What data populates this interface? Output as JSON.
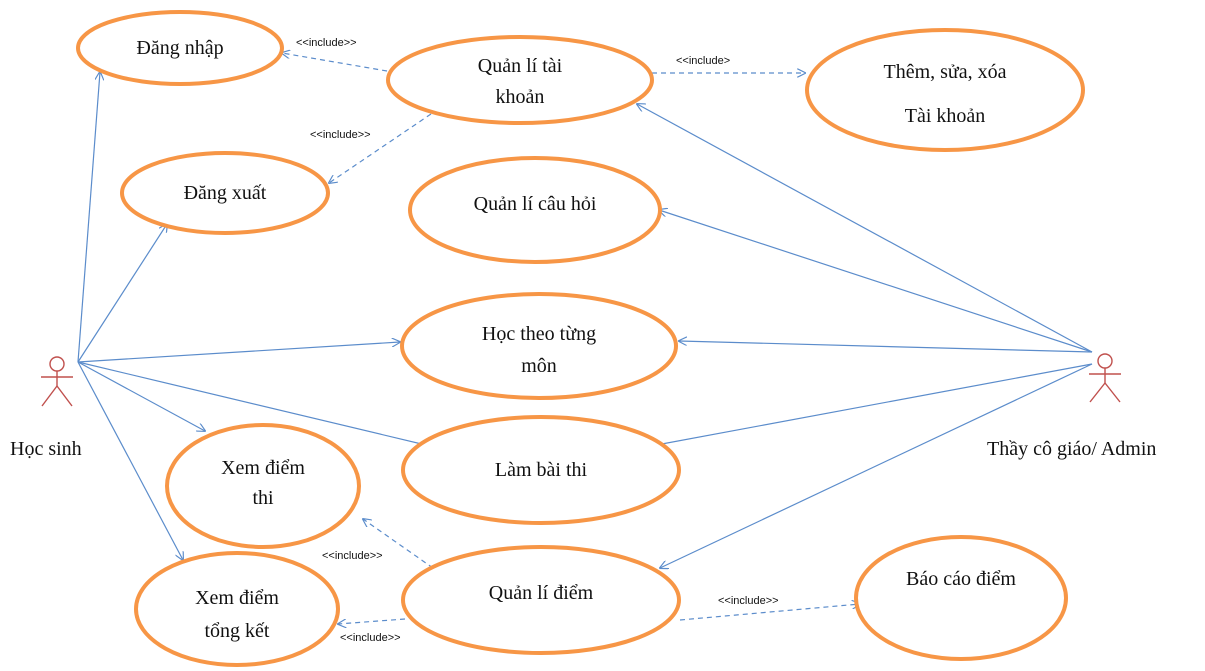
{
  "actors": {
    "student": "Học sinh",
    "teacher": "Thầy cô giáo/ Admin"
  },
  "use_cases": {
    "dang_nhap": [
      "Đăng nhập"
    ],
    "dang_xuat": [
      "Đăng xuất"
    ],
    "quan_li_tai_khoan": [
      "Quản lí tài",
      "khoản"
    ],
    "them_sua_xoa": [
      "Thêm, sửa, xóa",
      "Tài khoản"
    ],
    "quan_li_cau_hoi": [
      "Quản lí câu hỏi"
    ],
    "hoc_theo_tung_mon": [
      "Học theo từng",
      "môn"
    ],
    "lam_bai_thi": [
      "Làm bài thi"
    ],
    "xem_diem_thi": [
      "Xem điểm",
      "thi"
    ],
    "quan_li_diem": [
      "Quản lí điểm"
    ],
    "xem_diem_tong_ket": [
      "Xem điểm",
      "tổng kết"
    ],
    "bao_cao_diem": [
      "Báo cáo điểm"
    ]
  },
  "include_labels": {
    "qltk_to_dang_nhap": "<<include>>",
    "qltk_to_them_sua_xoa": "<<include>",
    "qltk_to_dang_xuat": "<<include>>",
    "qld_to_xem_diem_thi": "<<include>>",
    "qld_to_xem_diem_tong_ket": "<<include>>",
    "qld_to_bao_cao_diem": "<<include>>"
  },
  "colors": {
    "use_case_border": "#F79646",
    "connector": "#5B8CCB",
    "actor": "#C0504D"
  }
}
